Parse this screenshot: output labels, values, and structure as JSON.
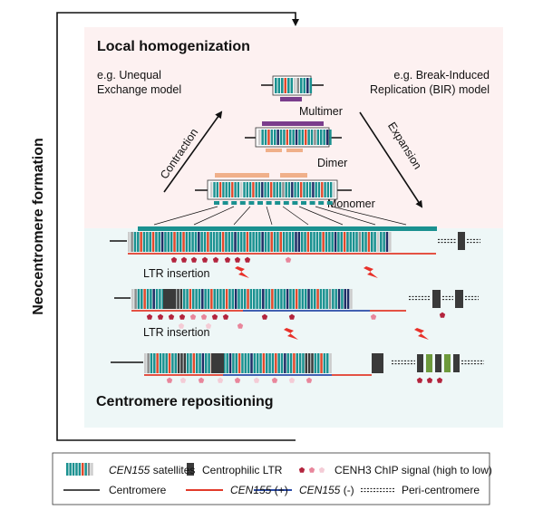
{
  "panels": {
    "top_title": "Local homogenization",
    "bottom_title": "Centromere repositioning",
    "side_title": "Neocentromere formation"
  },
  "models": {
    "left_line1": "e.g. Unequal",
    "left_line2": "Exchange model",
    "right_line1": "e.g. Break-Induced",
    "right_line2": "Replication (BIR) model"
  },
  "arrows": {
    "left": "Contraction",
    "right": "Expansion"
  },
  "units": {
    "multimer": "Multimer",
    "dimer": "Dimer",
    "monomer": "Monomer"
  },
  "events": {
    "ltr1": "LTR insertion",
    "ltr2": "LTR insertion"
  },
  "legend": {
    "satellites_name": "CEN155",
    "satellites_rest": " satellites",
    "ltr": "Centrophilic LTR",
    "chip": "CENH3 ChIP signal (high to low)",
    "centromere": "Centromere",
    "plus_name": "CEN155",
    "plus_rest": " (+)",
    "minus_name": "CEN155",
    "minus_rest": " (-)",
    "peri": "Peri-centromere"
  },
  "colors": {
    "top_bg": "#fdf1f1",
    "bottom_bg": "#eef7f7",
    "teal": "#1a9190",
    "navy": "#1f2d66",
    "orange": "#e2492b",
    "grey": "#8c8c8c",
    "light_grey": "#cccccc",
    "purple": "#7a3d8c",
    "peach": "#f0b08a",
    "dark_ltr": "#3a3a3a",
    "red_line": "#e23a2a",
    "blue_line": "#2a4aa8",
    "contraction_text": "#d9592e",
    "expansion_text": "#2a7f7b",
    "chip_high": "#b3243d",
    "chip_mid": "#e8869b",
    "chip_low": "#f4ccd6",
    "lightning": "#e8312a"
  }
}
